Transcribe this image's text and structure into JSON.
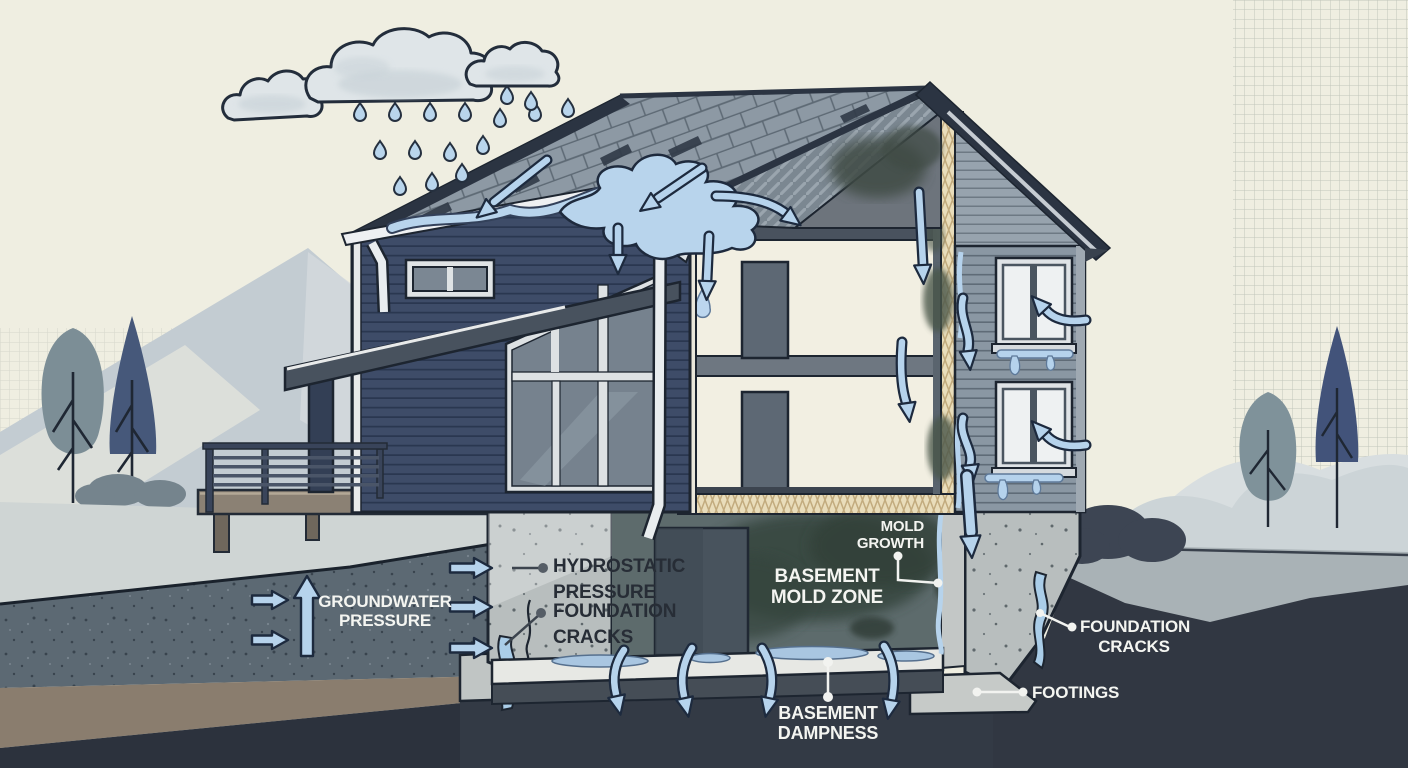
{
  "scene": {
    "description": "Cutaway illustration of a house showing water intrusion and moisture damage paths"
  },
  "labels": {
    "groundwater_pressure": {
      "line1": "GROUNDWATER",
      "line2": "PRESSURE"
    },
    "hydrostatic_pressure": {
      "line1": "HYDROSTATIC",
      "line2": "PRESSURE"
    },
    "foundation_cracks_left": {
      "line1": "FOUNDATION",
      "line2": "CRACKS"
    },
    "mold_growth": {
      "line1": "MOLD",
      "line2": "GROWTH"
    },
    "basement_mold_zone": {
      "line1": "BASEMENT",
      "line2": "MOLD ZONE"
    },
    "foundation_cracks_right": {
      "line1": "FOUNDATION",
      "line2": "CRACKS"
    },
    "footings": {
      "text": "FOOTINGS"
    },
    "basement_dampness": {
      "line1": "BASEMENT",
      "line2": "DAMPNESS"
    }
  },
  "colors": {
    "background": "#efeee1",
    "water_arrow": "#b6d3ec",
    "outline": "#1d2a3e",
    "siding_navy": "#3e4c68",
    "siding_gray": "#8a97a3",
    "roof_shingle": "#8d99a4",
    "concrete": "#b8bebe",
    "soil_groundwater": "#5c6973",
    "soil_deep": "#313742",
    "mold": "#36443d",
    "label_light": "#f4f5f1",
    "label_dark": "#272d36"
  }
}
